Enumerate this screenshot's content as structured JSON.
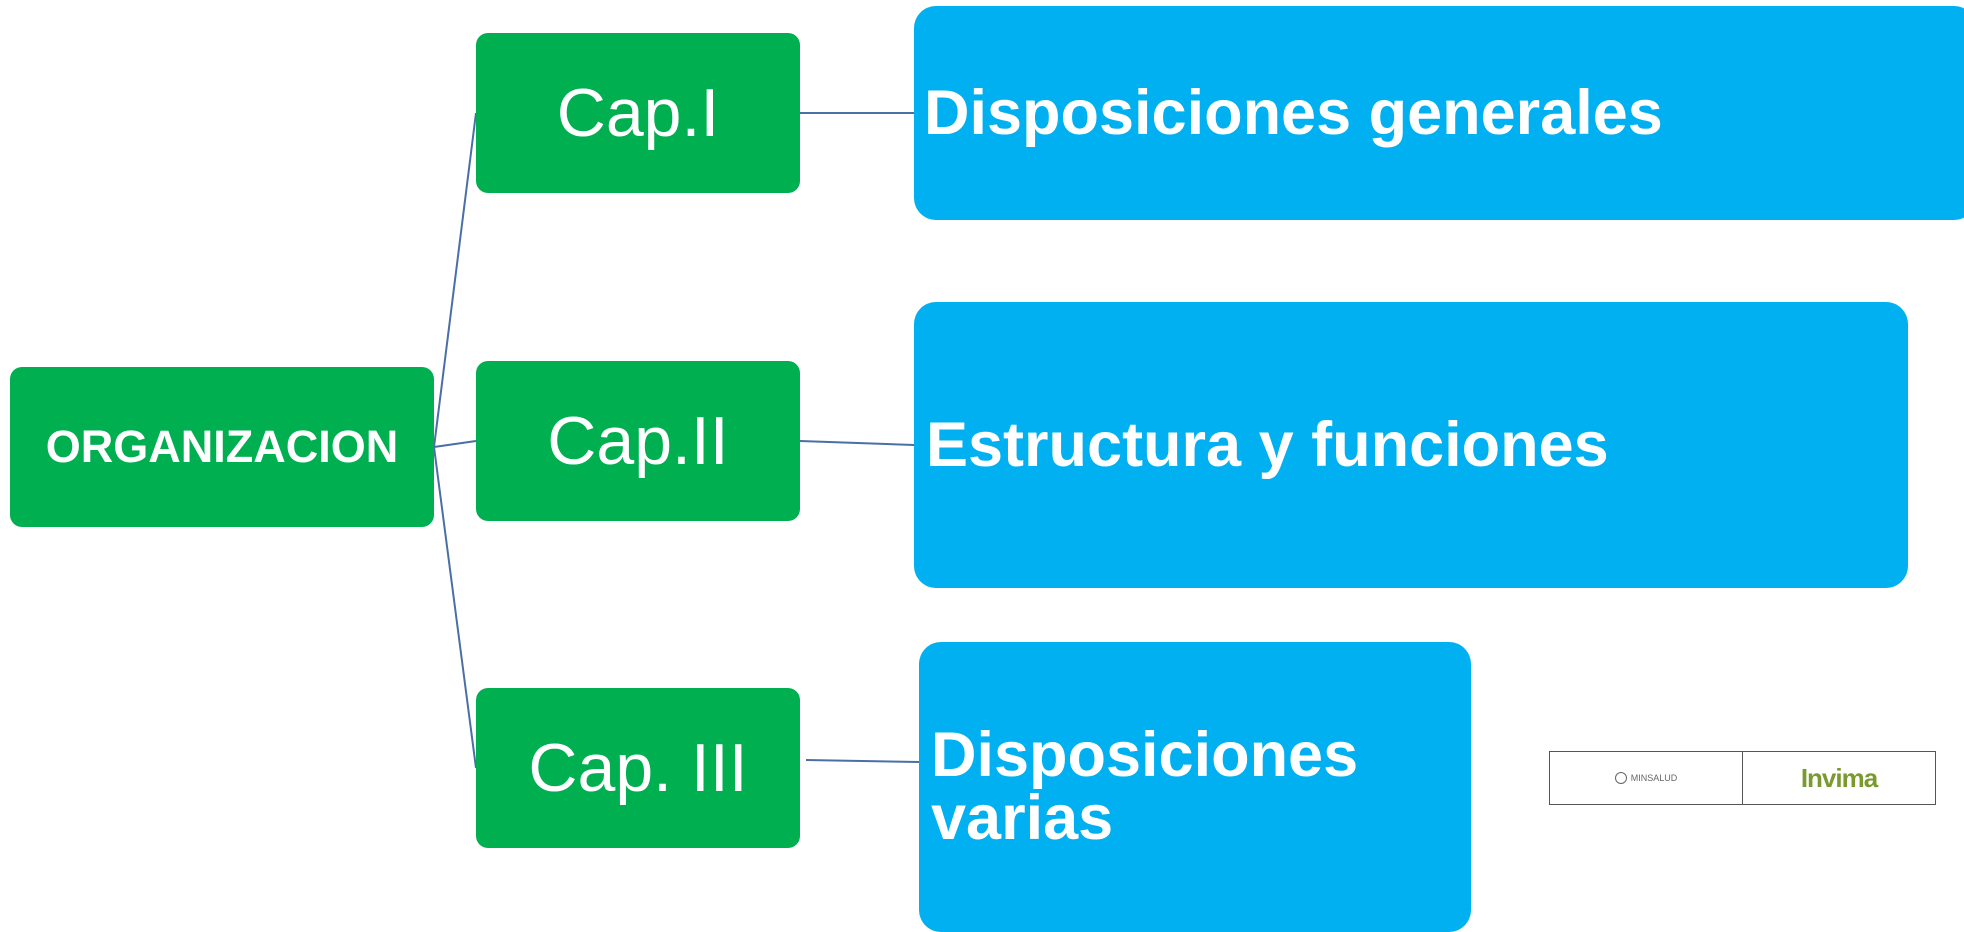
{
  "colors": {
    "green": "#00b050",
    "blue": "#00b0f0",
    "connector": "#4a6fa5"
  },
  "root": {
    "label": "ORGANIZACION"
  },
  "chapters": [
    {
      "label": "Cap.I",
      "topic": "Disposiciones generales"
    },
    {
      "label": "Cap.II",
      "topic": "Estructura y funciones"
    },
    {
      "label": "Cap. III",
      "topic": "Disposiciones varias"
    }
  ],
  "logos": {
    "left": "MINSALUD",
    "right": "Invima"
  }
}
